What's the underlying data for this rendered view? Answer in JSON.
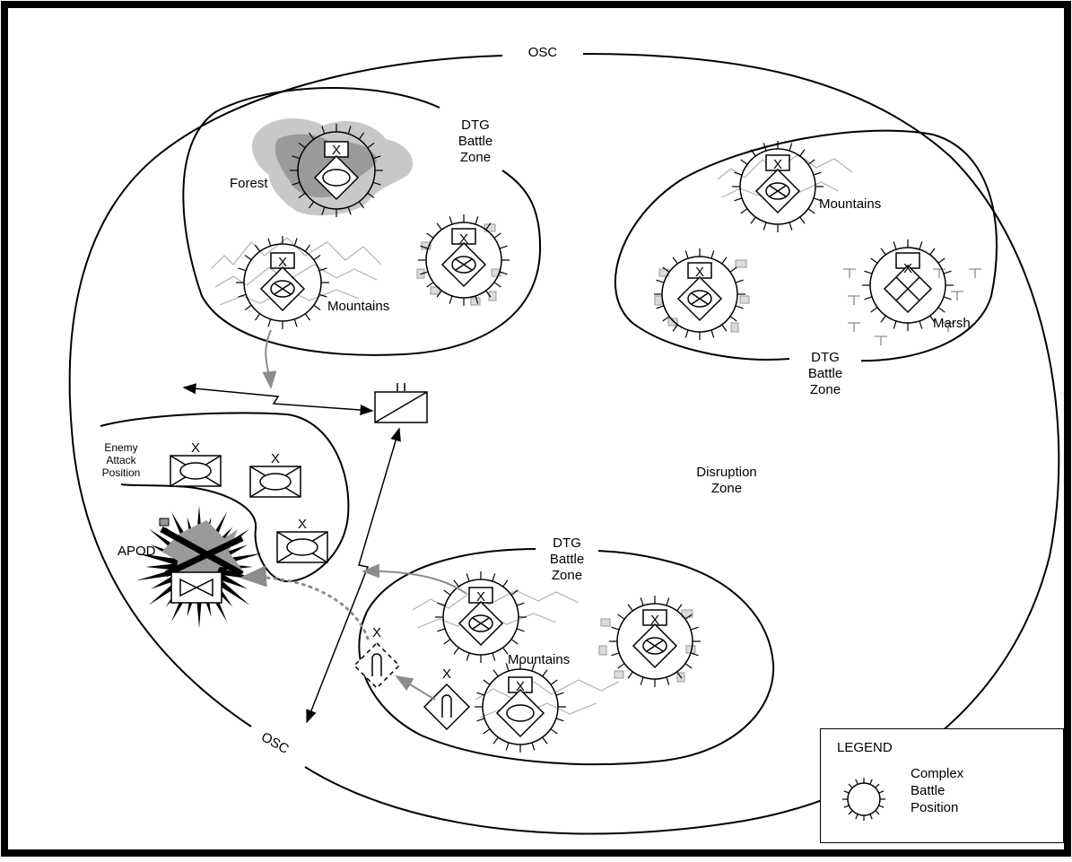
{
  "labels": {
    "osc_top": "OSC",
    "osc_bottom": "OSC",
    "dtg_zone_top": "DTG\nBattle\nZone",
    "dtg_zone_right": "DTG\nBattle\nZone",
    "dtg_zone_bottom": "DTG\nBattle\nZone",
    "forest": "Forest",
    "mountains_left": "Mountains",
    "mountains_right": "Mountains",
    "mountains_bottom": "Mountains",
    "marsh": "Marsh",
    "disruption_zone": "Disruption\nZone",
    "enemy_attack_position": "Enemy\nAttack\nPosition",
    "apod": "APOD"
  },
  "unit_echelons": {
    "brigade": "X",
    "battalion": "II"
  },
  "legend": {
    "title": "LEGEND",
    "symbol_label": "Complex\nBattle\nPosition",
    "symbol_icon": "complex-battle-position-icon"
  },
  "colors": {
    "line": "#000000",
    "gray_arrow": "#8c8c8c",
    "forest_dark": "#9a9a9a",
    "forest_light": "#c8c8c8",
    "terrain_line": "#b0b0b0",
    "building_fill": "#dcdcdc"
  }
}
